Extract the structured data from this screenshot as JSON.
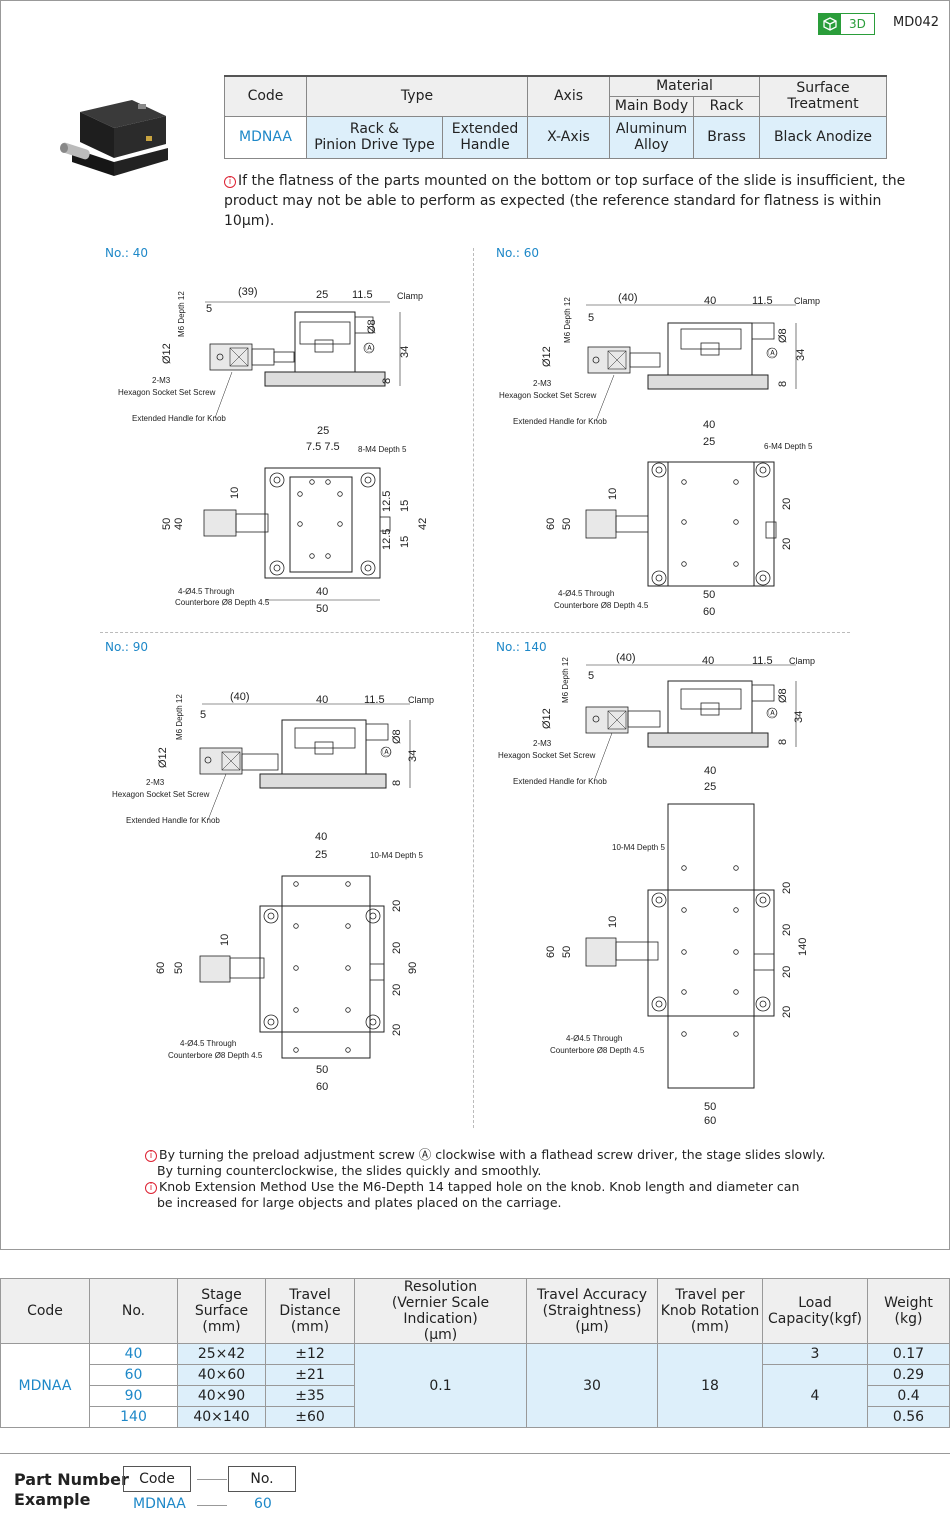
{
  "header": {
    "badge": "3D",
    "code": "MD042"
  },
  "spec_table": {
    "headers": {
      "code": "Code",
      "type": "Type",
      "axis": "Axis",
      "material": "Material",
      "main_body": "Main Body",
      "rack": "Rack",
      "surface": "Surface Treatment"
    },
    "row": {
      "code": "MDNAA",
      "type1": "Rack &\nPinion Drive Type",
      "type2": "Extended\nHandle",
      "axis": "X-Axis",
      "main_body": "Aluminum\nAlloy",
      "rack": "Brass",
      "surface": "Black Anodize"
    }
  },
  "note_flatness": "If the flatness of the parts mounted on the bottom or top surface of the slide is insufficient, the product may not be able to perform as expected (the reference standard for flatness is within 10μm).",
  "drawings": {
    "no40": {
      "label": "No.: 40"
    },
    "no60": {
      "label": "No.: 60"
    },
    "no90": {
      "label": "No.: 90"
    },
    "no140": {
      "label": "No.: 140"
    },
    "common": {
      "clamp": "Clamp",
      "m6": "M6 Depth 12",
      "set_screw_1": "2-M3",
      "set_screw_2": "Hexagon Socket Set Screw",
      "ext_handle": "Extended Handle for Knob",
      "through_1": "4-Ø4.5 Through",
      "through_2": "Counterbore Ø8 Depth 4.5",
      "d39": "(39)",
      "d40p": "(40)",
      "d5": "5",
      "d11_5": "11.5",
      "d8": "Ø8",
      "d12": "Ø12",
      "d34": "34",
      "d8b": "8",
      "a": "Ⓐ"
    },
    "top40": {
      "holes": "8-M4 Depth 5"
    },
    "top60": {
      "holes": "6-M4 Depth 5"
    },
    "top90": {
      "holes": "10-M4 Depth 5"
    },
    "top140": {
      "holes": "10-M4 Depth 5"
    }
  },
  "notes2": {
    "n1a": "By turning the preload adjustment screw Ⓐ clockwise with a flathead screw driver, the stage slides slowly.",
    "n1b": "By turning counterclockwise, the slides quickly and smoothly.",
    "n2a": "Knob Extension Method Use the M6-Depth 14 tapped hole on the knob. Knob length and diameter can",
    "n2b": "be increased for large objects and plates placed on the carriage."
  },
  "data_table": {
    "headers": [
      "Code",
      "No.",
      "Stage\nSurface\n(mm)",
      "Travel\nDistance\n(mm)",
      "Resolution\n(Vernier Scale Indication)\n(μm)",
      "Travel Accuracy\n(Straightness) (μm)",
      "Travel per\nKnob Rotation\n(mm)",
      "Load\nCapacity(kgf)",
      "Weight\n(kg)"
    ],
    "code": "MDNAA",
    "rows": [
      {
        "no": "40",
        "surface": "25×42",
        "travel": "±12",
        "weight": "0.17"
      },
      {
        "no": "60",
        "surface": "40×60",
        "travel": "±21",
        "weight": "0.29"
      },
      {
        "no": "90",
        "surface": "40×90",
        "travel": "±35",
        "weight": "0.4"
      },
      {
        "no": "140",
        "surface": "40×140",
        "travel": "±60",
        "weight": "0.56"
      }
    ],
    "resolution": "0.1",
    "accuracy": "30",
    "per_rotation": "18",
    "load_a": "3",
    "load_b": "4"
  },
  "part_number": {
    "title_1": "Part Number",
    "title_2": "Example",
    "code_label": "Code",
    "no_label": "No.",
    "code_value": "MDNAA",
    "no_value": "60"
  }
}
